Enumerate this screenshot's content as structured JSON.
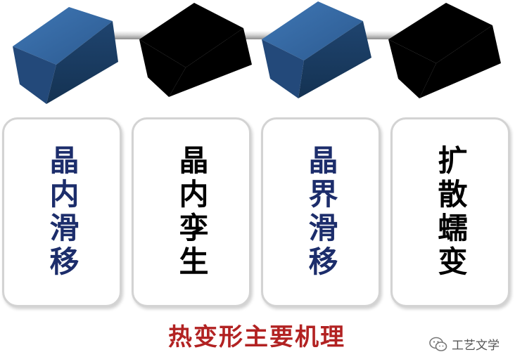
{
  "mechanisms": [
    {
      "label": "晶内滑移",
      "color": "#1c2d6b"
    },
    {
      "label": "晶内孪生",
      "color": "#000000"
    },
    {
      "label": "晶界滑移",
      "color": "#1c2d6b"
    },
    {
      "label": "扩散蠕变",
      "color": "#000000"
    }
  ],
  "caption": "热变形主要机理",
  "watermark": {
    "text": "工艺文学",
    "icon": "wechat-icon"
  },
  "colors": {
    "cube_blue": "#2e5c8f",
    "cube_black": "#000000",
    "caption": "#b22222",
    "card_border": "#d3d3d3"
  }
}
